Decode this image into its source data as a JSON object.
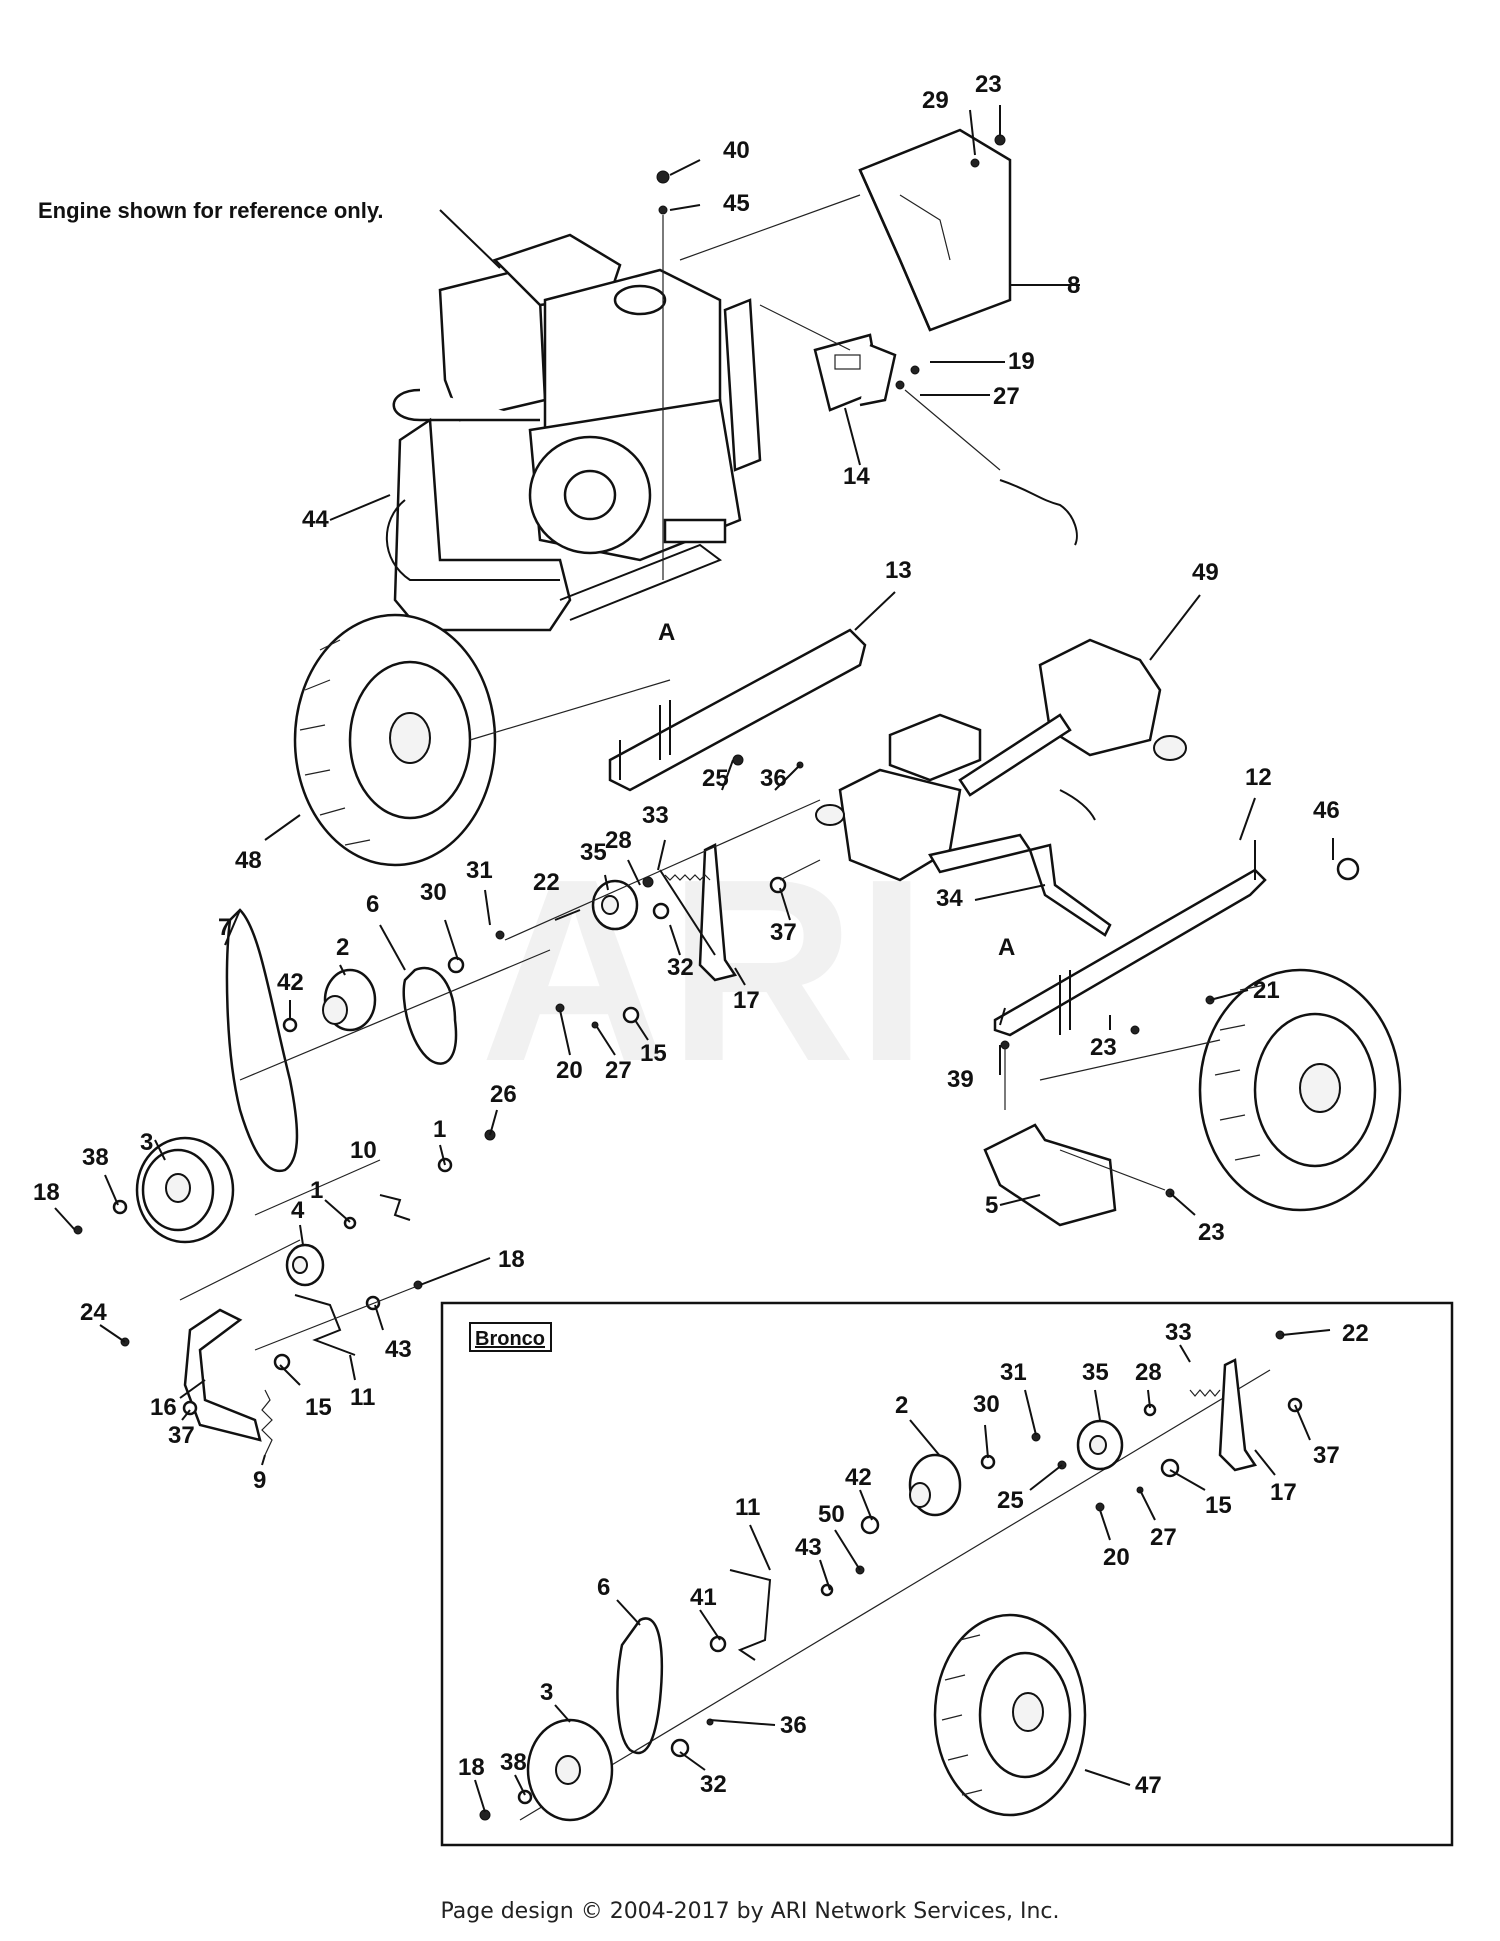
{
  "note": "Engine shown for reference only.",
  "inset_title": "Bronco",
  "footer": "Page design © 2004-2017 by ARI Network Services, Inc.",
  "watermark": "ARI",
  "callouts": {
    "c40": "40",
    "c45": "45",
    "c29": "29",
    "c23a": "23",
    "c8": "8",
    "c19": "19",
    "c27a": "27",
    "c14": "14",
    "c44": "44",
    "cA1": "A",
    "c13": "13",
    "c49": "49",
    "c48": "48",
    "c12": "12",
    "c46": "46",
    "c25": "25",
    "c36": "36",
    "c33": "33",
    "c28": "28",
    "c35": "35",
    "c22": "22",
    "c31": "31",
    "c30": "30",
    "c6": "6",
    "c2": "2",
    "c42": "42",
    "c7": "7",
    "c34": "34",
    "c21": "21",
    "cA2": "A",
    "c37a": "37",
    "c17": "17",
    "c32": "32",
    "c15a": "15",
    "c27b": "27",
    "c20": "20",
    "c23b": "23",
    "c39": "39",
    "c3": "3",
    "c38": "38",
    "c18a": "18",
    "c26": "26",
    "c1a": "1",
    "c10": "10",
    "c1b": "1",
    "c4": "4",
    "c5": "5",
    "c23c": "23",
    "c18b": "18",
    "c24": "24",
    "c16": "16",
    "c11": "11",
    "c43": "43",
    "c15b": "15",
    "c37b": "37",
    "c9": "9"
  },
  "inset_callouts": {
    "i33": "33",
    "i22": "22",
    "i31": "31",
    "i35": "35",
    "i28": "28",
    "i30": "30",
    "i2": "2",
    "i42": "42",
    "i11": "11",
    "i50": "50",
    "i43": "43",
    "i25": "25",
    "i17": "17",
    "i37": "37",
    "i15": "15",
    "i27": "27",
    "i20": "20",
    "i41": "41",
    "i6": "6",
    "i36": "36",
    "i3": "3",
    "i32": "32",
    "i18": "18",
    "i38": "38",
    "i47": "47"
  }
}
